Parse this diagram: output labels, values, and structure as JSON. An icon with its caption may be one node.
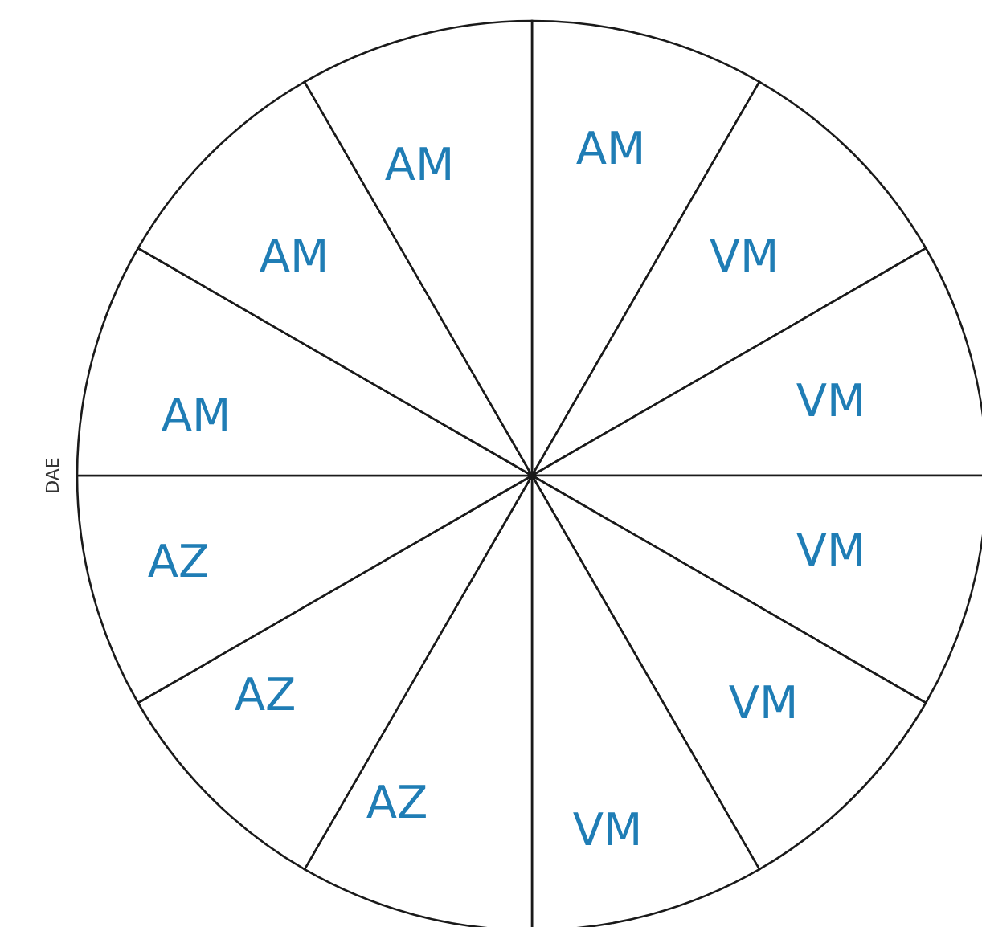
{
  "diagram": {
    "nodes": [
      {
        "text": [
          "AM"
        ]
      },
      {
        "text": [
          "VM"
        ]
      },
      {
        "text": [
          "VM"
        ]
      },
      {
        "text": [
          "VM"
        ]
      },
      {
        "text": [
          "VM"
        ]
      },
      {
        "text": [
          "VM"
        ]
      },
      {
        "text": [
          "AZ"
        ]
      },
      {
        "text": [
          "AZ"
        ]
      },
      {
        "text": [
          "AZ"
        ]
      },
      {
        "text": [
          "AM"
        ]
      },
      {
        "text": [
          "AM"
        ]
      },
      {
        "text": [
          "AM"
        ]
      }
    ],
    "labels": [
      "DAE"
    ]
  }
}
